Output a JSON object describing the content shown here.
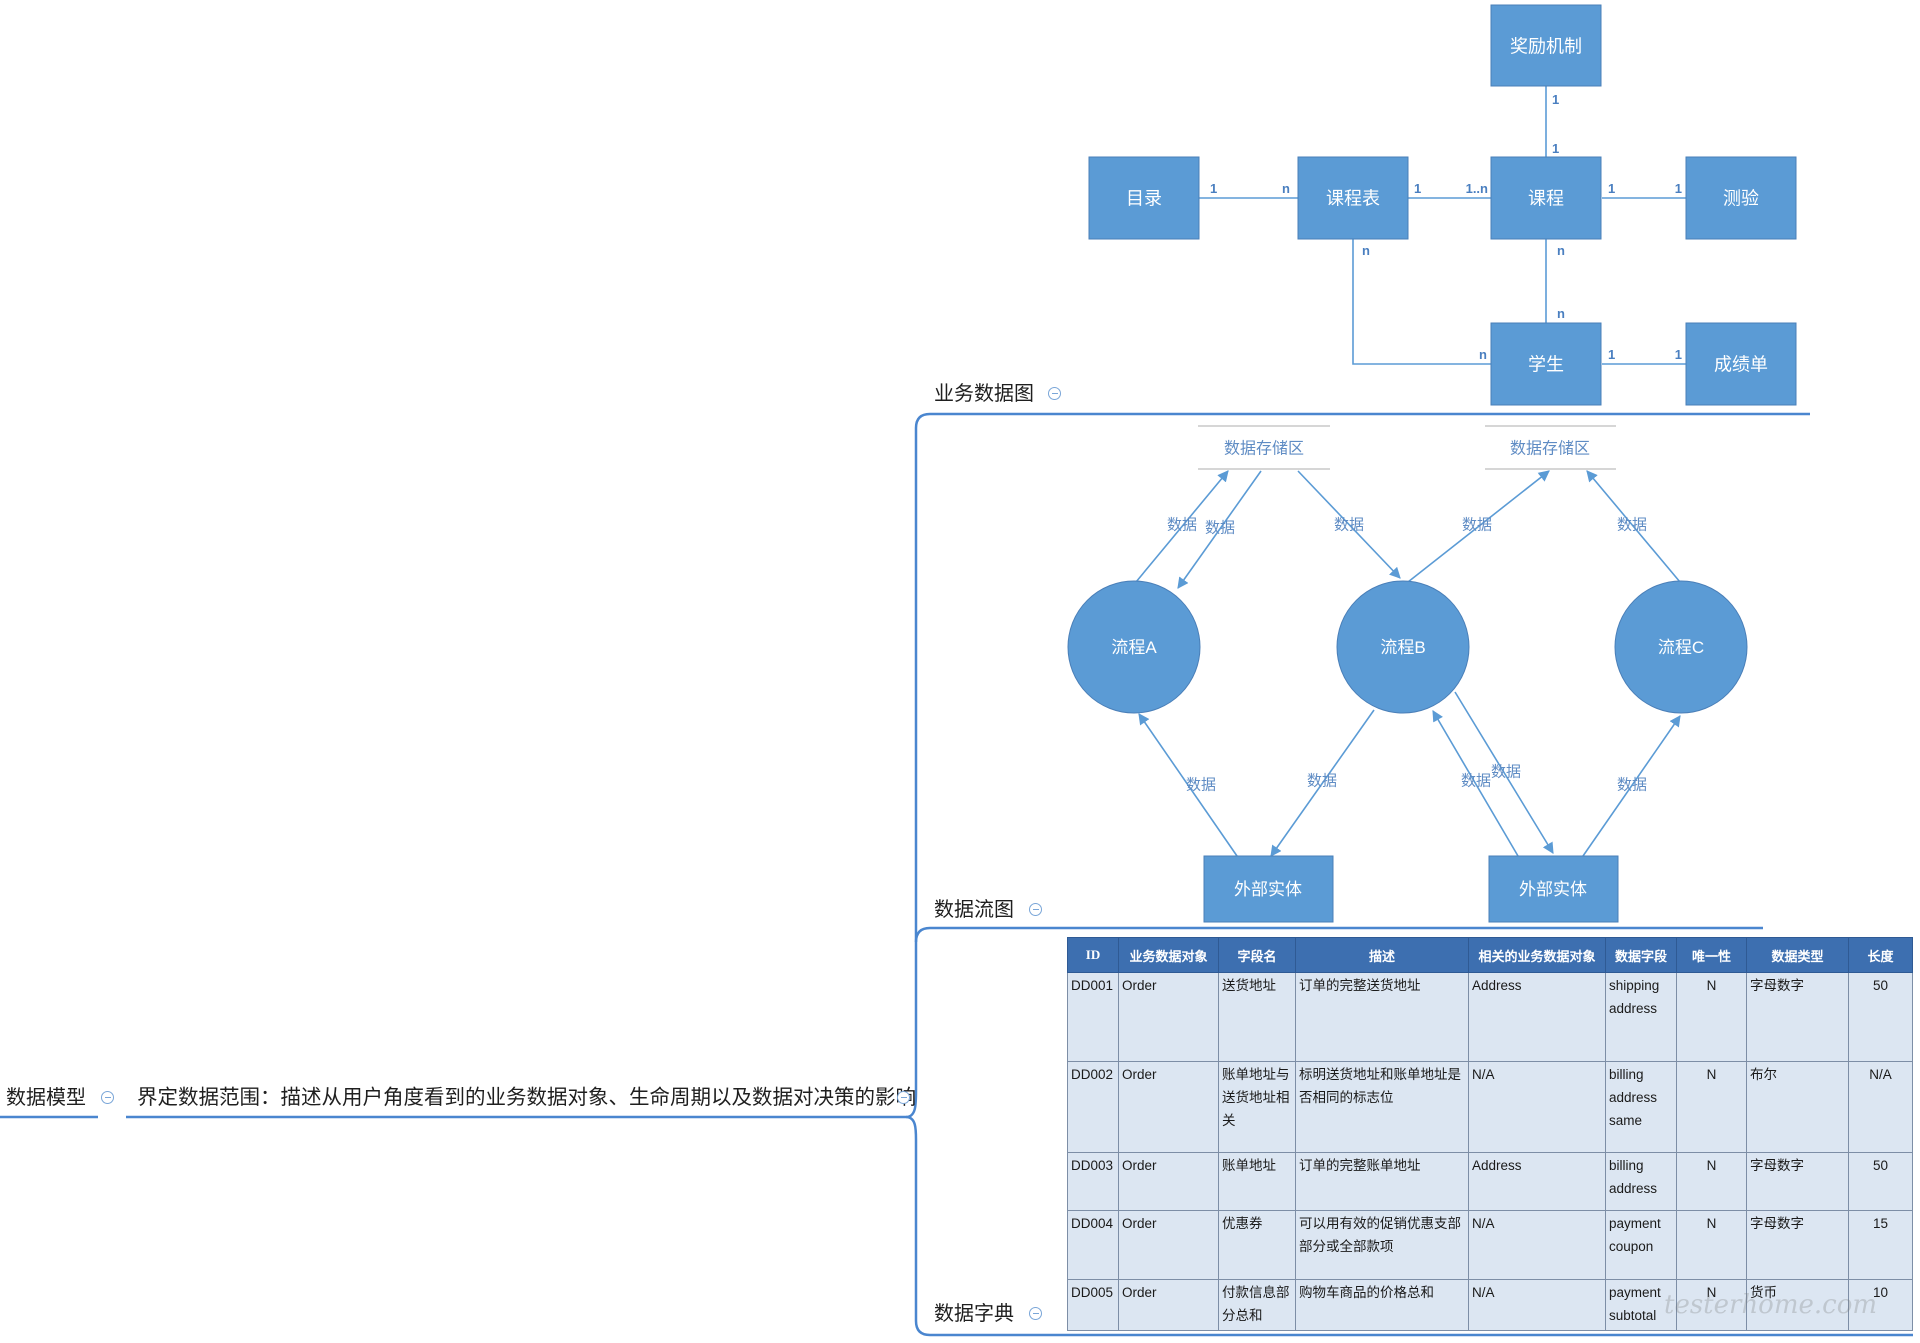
{
  "colors": {
    "entity_fill": "#5b9bd5",
    "entity_border": "#4a7fb8",
    "connector": "#5b9bd5",
    "branch_line": "#4a86cf",
    "table_header": "#3d6fb0",
    "table_row": "#dce6f2"
  },
  "icons": {
    "collapse": "collapse-minus-icon",
    "arrow": "arrowhead-icon"
  },
  "mindmap": {
    "root": "数据模型",
    "scope": "界定数据范围：描述从用户角度看到的业务数据对象、生命周期以及数据对决策的影响",
    "branches": {
      "business_data_diagram": "业务数据图",
      "data_flow_diagram": "数据流图",
      "data_dictionary": "数据字典"
    }
  },
  "er_diagram": {
    "entities": {
      "reward": "奖励机制",
      "catalog": "目录",
      "schedule": "课程表",
      "course": "课程",
      "quiz": "测验",
      "student": "学生",
      "transcript": "成绩单"
    },
    "relations": [
      {
        "end_a": "1",
        "end_b": "1"
      },
      {
        "end_a": "1",
        "end_b": "n"
      },
      {
        "end_a": "1",
        "end_b": "1..n"
      },
      {
        "end_a": "1",
        "end_b": "1"
      },
      {
        "end_a": "n",
        "end_b": "n"
      },
      {
        "end_a": "n",
        "end_b": "n"
      },
      {
        "end_a": "1",
        "end_b": "1"
      }
    ]
  },
  "dfd": {
    "stores": [
      "数据存储区",
      "数据存储区"
    ],
    "processes": [
      "流程A",
      "流程B",
      "流程C"
    ],
    "externals": [
      "外部实体",
      "外部实体"
    ],
    "flows": [
      "数据",
      "数据",
      "数据",
      "数据",
      "数据",
      "数据",
      "数据",
      "数据",
      "数据",
      "数据"
    ]
  },
  "data_dictionary": {
    "columns": [
      "ID",
      "业务数据对象",
      "字段名",
      "描述",
      "相关的业务数据对象",
      "数据字段",
      "唯一性",
      "数据类型",
      "长度"
    ],
    "rows": [
      {
        "id": "DD001",
        "object": "Order",
        "field": "送货地址",
        "description": "订单的完整送货地址",
        "related_object": "Address",
        "data_field": "shipping address",
        "unique": "N",
        "data_type": "字母数字",
        "length": "50"
      },
      {
        "id": "DD002",
        "object": "Order",
        "field": "账单地址与送货地址相关",
        "description": "标明送货地址和账单地址是否相同的标志位",
        "related_object": "N/A",
        "data_field": "billing address same",
        "unique": "N",
        "data_type": "布尔",
        "length": "N/A"
      },
      {
        "id": "DD003",
        "object": "Order",
        "field": "账单地址",
        "description": "订单的完整账单地址",
        "related_object": "Address",
        "data_field": "billing address",
        "unique": "N",
        "data_type": "字母数字",
        "length": "50"
      },
      {
        "id": "DD004",
        "object": "Order",
        "field": "优惠券",
        "description": "可以用有效的促销优惠支部部分或全部款项",
        "related_object": "N/A",
        "data_field": "payment coupon",
        "unique": "N",
        "data_type": "字母数字",
        "length": "15"
      },
      {
        "id": "DD005",
        "object": "Order",
        "field": "付款信息部分总和",
        "description": "购物车商品的价格总和",
        "related_object": "N/A",
        "data_field": "payment subtotal",
        "unique": "N",
        "data_type": "货币",
        "length": "10"
      }
    ]
  },
  "watermark": "testerhome.com"
}
